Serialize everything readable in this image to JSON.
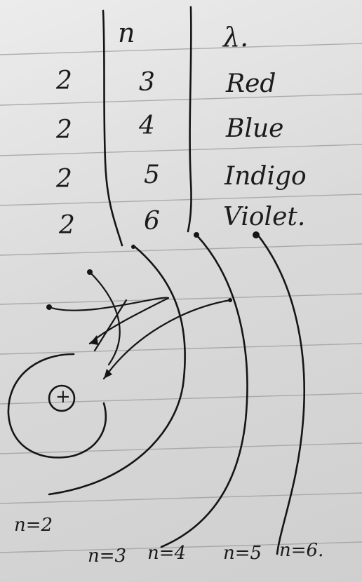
{
  "table": {
    "headers": [
      "n",
      "λ."
    ],
    "rows": [
      {
        "from": "2",
        "to": "3",
        "color": "Red"
      },
      {
        "from": "2",
        "to": "4",
        "color": "Blue"
      },
      {
        "from": "2",
        "to": "5",
        "color": "Indigo"
      },
      {
        "from": "2",
        "to": "6",
        "color": "Violet."
      }
    ]
  },
  "diagram": {
    "nucleus": "+",
    "orbit_labels": [
      "n=2",
      "n=3",
      "n=4",
      "n=5",
      "n=6."
    ]
  }
}
